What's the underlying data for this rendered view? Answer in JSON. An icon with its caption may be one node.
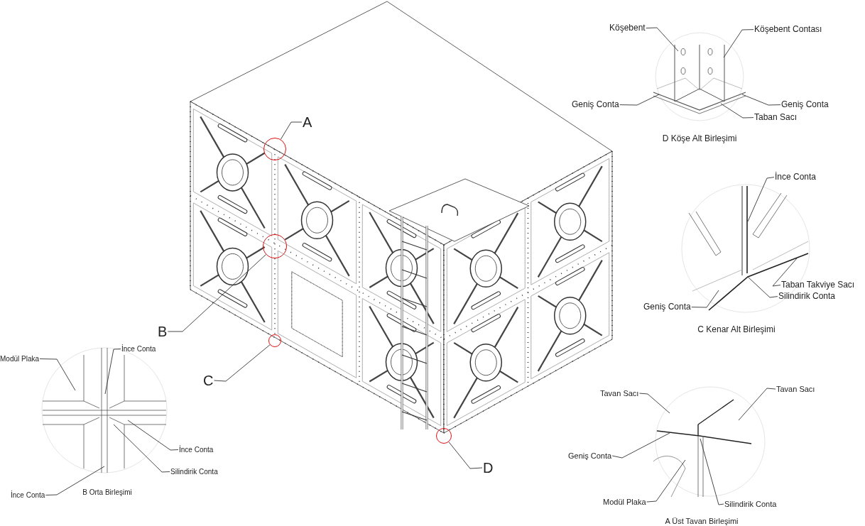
{
  "diagram": {
    "nodes": [
      {
        "text": [
          "Köşebent"
        ]
      },
      {
        "text": [
          "Köşebent Contası"
        ]
      },
      {
        "text": [
          "Geniş Conta"
        ]
      },
      {
        "text": [
          "Geniş Conta"
        ]
      },
      {
        "text": [
          "Taban Sacı"
        ]
      },
      {
        "text": [
          "A"
        ]
      },
      {
        "text": [],
        "shape": "circle"
      },
      {
        "text": [],
        "shape": "circle"
      },
      {
        "text": [
          "B"
        ]
      },
      {
        "text": [],
        "shape": "circle"
      },
      {
        "text": [
          "C"
        ]
      },
      {
        "text": [
          "İnce Conta"
        ]
      },
      {
        "text": [
          "Taban Takviye Sacı"
        ]
      },
      {
        "text": [
          "Silindirik Conta"
        ]
      },
      {
        "text": [
          "Geniş Conta"
        ]
      },
      {
        "text": [
          "Modül Plaka"
        ]
      },
      {
        "text": [
          "İnce Conta"
        ]
      },
      {
        "text": [
          "İnce Conta"
        ]
      },
      {
        "text": [
          "Silindirik Conta"
        ]
      },
      {
        "text": [
          "İnce Conta"
        ]
      },
      {
        "text": [],
        "shape": "circle"
      },
      {
        "text": [
          "D"
        ]
      },
      {
        "text": [
          "Tavan Sacı"
        ]
      },
      {
        "text": [
          "Tavan Sacı"
        ]
      },
      {
        "text": [
          "Geniş Conta"
        ]
      },
      {
        "text": [
          "Modül Plaka"
        ]
      },
      {
        "text": [
          "Silindirik Conta"
        ]
      }
    ],
    "edges": [
      {
        "from": 0,
        "to": null,
        "arrow": "none"
      },
      {
        "from": 1,
        "to": null,
        "arrow": "none"
      },
      {
        "from": 2,
        "to": null,
        "arrow": "none"
      },
      {
        "from": 3,
        "to": null,
        "arrow": "none"
      },
      {
        "from": 4,
        "to": null,
        "arrow": "none"
      },
      {
        "from": 5,
        "to": 6,
        "arrow": "none"
      },
      {
        "from": 8,
        "to": 7,
        "arrow": "none"
      },
      {
        "from": 10,
        "to": 9,
        "arrow": "none"
      },
      {
        "from": 11,
        "to": null,
        "arrow": "none"
      },
      {
        "from": 12,
        "to": null,
        "arrow": "none"
      },
      {
        "from": 13,
        "to": null,
        "arrow": "none"
      },
      {
        "from": 14,
        "to": null,
        "arrow": "none"
      },
      {
        "from": 15,
        "to": null,
        "arrow": "none"
      },
      {
        "from": 16,
        "to": null,
        "arrow": "none"
      },
      {
        "from": 17,
        "to": null,
        "arrow": "none"
      },
      {
        "from": 18,
        "to": null,
        "arrow": "none"
      },
      {
        "from": 19,
        "to": null,
        "arrow": "none"
      },
      {
        "from": 21,
        "to": 20,
        "arrow": "none"
      },
      {
        "from": 22,
        "to": null,
        "arrow": "none"
      },
      {
        "from": 23,
        "to": null,
        "arrow": "none"
      },
      {
        "from": 24,
        "to": null,
        "arrow": "none"
      },
      {
        "from": 25,
        "to": null,
        "arrow": "none"
      },
      {
        "from": 26,
        "to": null,
        "arrow": "none"
      }
    ],
    "labels": [
      "D Köşe Alt Birleşimi",
      "C Kenar Alt Birleşimi",
      "B Orta Birleşimi",
      "A Üst Tavan Birleşimi"
    ]
  }
}
